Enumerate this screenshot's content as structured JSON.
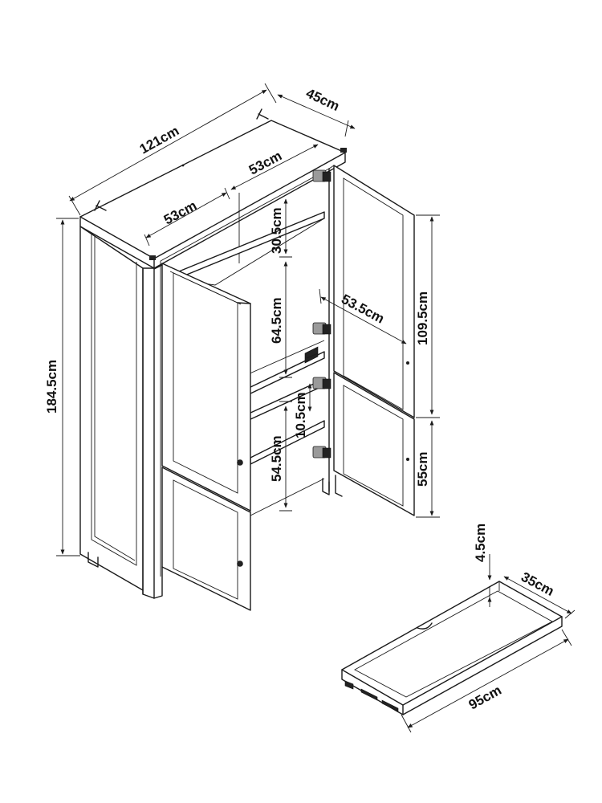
{
  "dimensions": {
    "width_total": "121cm",
    "depth": "45cm",
    "top_left_section": "53cm",
    "top_right_section": "53cm",
    "height_total": "184.5cm",
    "shelf_top_gap": "30.5cm",
    "upper_compartment": "64.5cm",
    "drawer_gap": "10.5cm",
    "lower_compartment": "54.5cm",
    "shelf_depth": "53.5cm",
    "door_upper": "109.5cm",
    "door_lower": "55cm",
    "drawer_height": "4.5cm",
    "drawer_depth": "35cm",
    "drawer_width": "95cm"
  }
}
